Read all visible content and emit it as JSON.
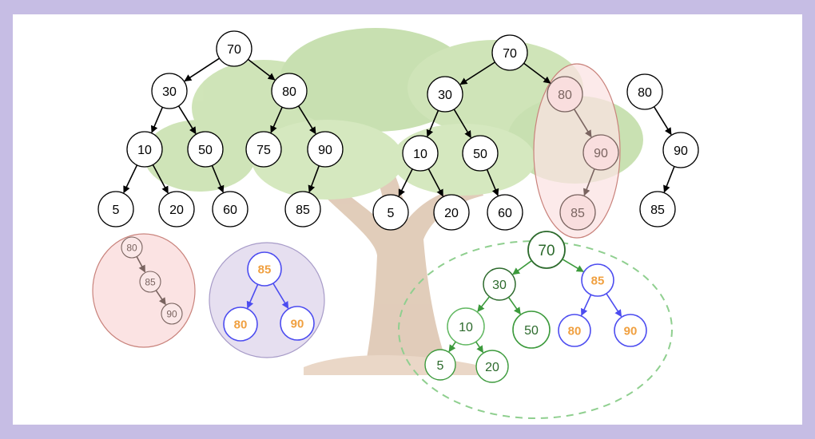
{
  "background": {
    "frame_color": "#c6bde4",
    "panel_color": "#ffffff",
    "illustration": "tree-illustration",
    "trunk_color": "#c9a482",
    "canopy_color": "#a9cf7f"
  },
  "colors": {
    "black": "#000000",
    "faded_brown": "#7a6460",
    "pink_fill": "#fbe3e3",
    "pink_stroke": "#c9837c",
    "purple_fill": "#e6dff0",
    "purple_stroke": "#a79bc8",
    "blue": "#4c4cf0",
    "orange": "#f0a040",
    "green": "#3c9a3c",
    "green_dark": "#2c6a2c",
    "green_light": "#62b862",
    "dashed_green": "#8fcf8f"
  },
  "bst_original": {
    "nodes": [
      "70",
      "30",
      "80",
      "10",
      "50",
      "75",
      "90",
      "5",
      "20",
      "60",
      "85"
    ]
  },
  "bst_split": {
    "left_nodes": [
      "70",
      "30",
      "10",
      "50",
      "5",
      "20",
      "60"
    ],
    "highlighted_chain": [
      "80",
      "90",
      "85"
    ],
    "plain_chain": [
      "80",
      "90",
      "85"
    ]
  },
  "detail_pink": {
    "nodes": [
      "80",
      "85",
      "90"
    ]
  },
  "detail_purple": {
    "nodes": [
      "85",
      "80",
      "90"
    ]
  },
  "bst_result": {
    "nodes": [
      "70",
      "30",
      "85",
      "10",
      "50",
      "80",
      "90",
      "5",
      "20"
    ]
  }
}
